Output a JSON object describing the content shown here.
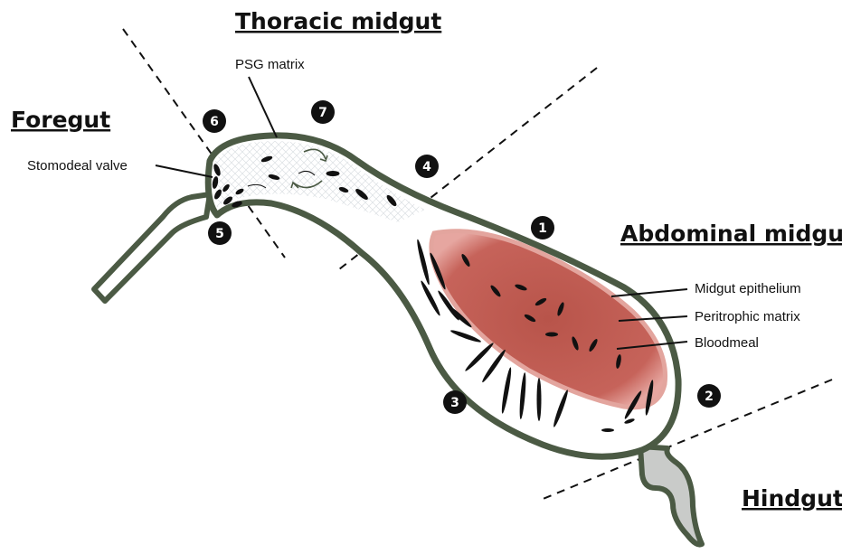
{
  "regions": {
    "thoracic_midgut": "Thoracic midgut",
    "foregut": "Foregut",
    "abdominal_midgut": "Abdominal midgut",
    "hindgut": "Hindgut"
  },
  "labels": {
    "psg_matrix": "PSG matrix",
    "stomodeal_valve": "Stomodeal valve",
    "midgut_epithelium": "Midgut epithelium",
    "peritrophic_matrix": "Peritrophic matrix",
    "bloodmeal": "Bloodmeal"
  },
  "markers": [
    "1",
    "2",
    "3",
    "4",
    "5",
    "6",
    "7"
  ],
  "colors": {
    "gut_wall": "#4b5a44",
    "bloodmeal": "#c8574d",
    "hindgut_fill": "#c9cbc9",
    "marker": "#111111",
    "parasite": "#111111"
  }
}
